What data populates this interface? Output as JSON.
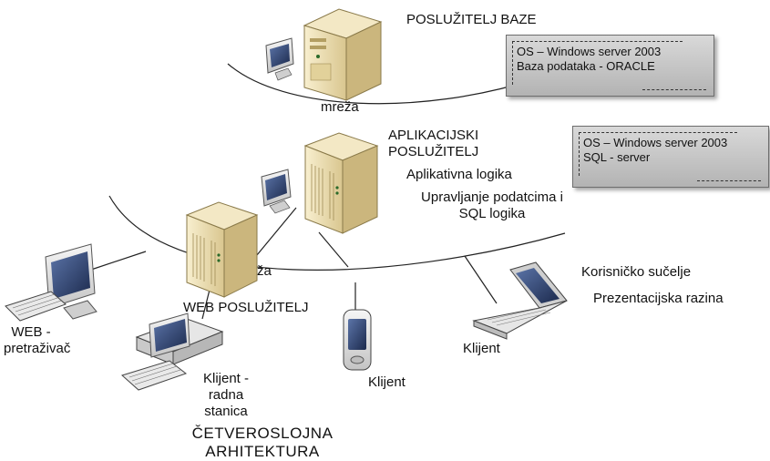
{
  "labels": {
    "db_server": "POSLUŽITELJ BAZE",
    "network_1": "mreža",
    "app_server_line1": "APLIKACIJSKI",
    "app_server_line2": "POSLUŽITELJ",
    "app_logic": "Aplikativna logika",
    "data_mgmt_line1": "Upravljanje podatcima i",
    "data_mgmt_line2": "SQL logika",
    "network_2_partial": "ža",
    "web_server": "WEB POSLUŽITELJ",
    "web_browser_line1": "WEB -",
    "web_browser_line2": "pretraživač",
    "workstation_line1": "Klijent -",
    "workstation_line2": "radna",
    "workstation_line3": "stanica",
    "pda_client": "Klijent",
    "laptop_client": "Klijent",
    "user_interface": "Korisničko sučelje",
    "presentation_layer": "Prezentacijska razina",
    "architecture_line1": "ČETVEROSLOJNA",
    "architecture_line2": "ARHITEKTURA"
  },
  "db_info_box": {
    "line1": "OS – Windows server 2003",
    "line2": "Baza podataka - ORACLE"
  },
  "app_info_box": {
    "line1": "OS – Windows server 2003",
    "line2": "SQL - server"
  },
  "colors": {
    "server_body": "#efe1b6",
    "server_shade": "#cdb982",
    "monitor_frame": "#eeeeee",
    "monitor_screen": "#2c3f6b",
    "info_box": "#c7c7c7"
  },
  "icons": [
    "database-server-icon",
    "app-server-icon",
    "web-server-icon",
    "monitor-icon",
    "keyboard-icon",
    "desktop-computer-icon",
    "pda-icon",
    "laptop-icon"
  ]
}
